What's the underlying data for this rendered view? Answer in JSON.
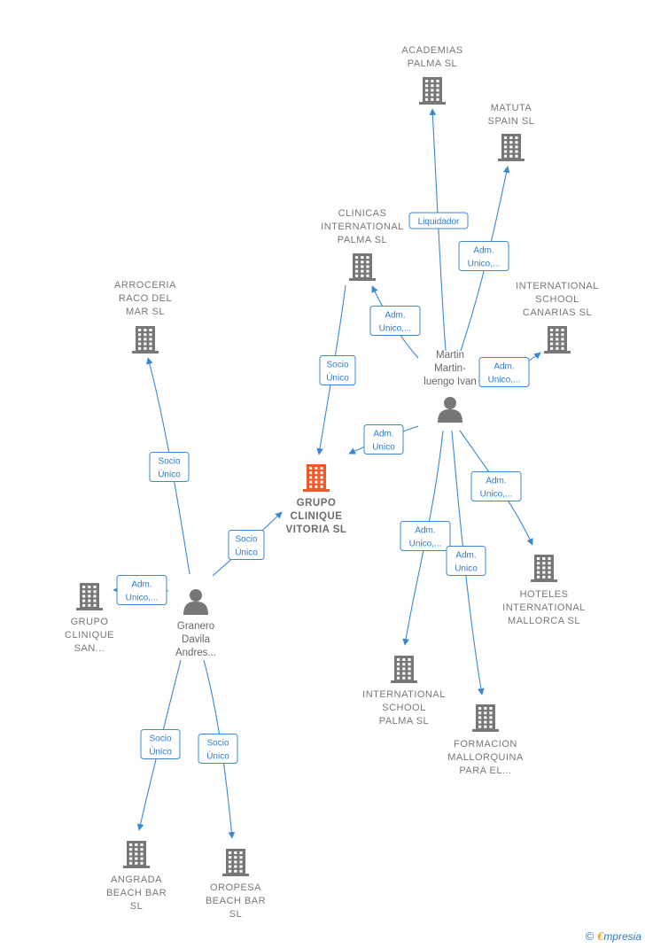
{
  "colors": {
    "edge": "#3a87d6",
    "building": "#777777",
    "building_center": "#f05a28",
    "person": "#777777"
  },
  "nodes": [
    {
      "id": "academias",
      "type": "company",
      "lines": [
        "ACADEMIAS",
        "PALMA SL"
      ]
    },
    {
      "id": "matuta",
      "type": "company",
      "lines": [
        "MATUTA",
        "SPAIN  SL"
      ]
    },
    {
      "id": "clinicas",
      "type": "company",
      "lines": [
        "CLINICAS",
        "INTERNATIONAL",
        "PALMA  SL"
      ]
    },
    {
      "id": "intl_canarias",
      "type": "company",
      "lines": [
        "INTERNATIONAL",
        "SCHOOL",
        "CANARIAS  SL"
      ]
    },
    {
      "id": "arroceria",
      "type": "company",
      "lines": [
        "ARROCERIA",
        "RACO DEL",
        "MAR  SL"
      ]
    },
    {
      "id": "grupo_vitoria",
      "type": "company",
      "center": true,
      "lines": [
        "GRUPO",
        "CLINIQUE",
        "VITORIA  SL"
      ]
    },
    {
      "id": "martin",
      "type": "person",
      "lines": [
        "Martin",
        "Martin-",
        "luengo Ivan"
      ]
    },
    {
      "id": "granero",
      "type": "person",
      "lines": [
        "Granero",
        "Davila",
        "Andres..."
      ]
    },
    {
      "id": "grupo_san",
      "type": "company",
      "lines": [
        "GRUPO",
        "CLINIQUE",
        "SAN..."
      ]
    },
    {
      "id": "hoteles",
      "type": "company",
      "lines": [
        "HOTELES",
        "INTERNATIONAL",
        "MALLORCA  SL"
      ]
    },
    {
      "id": "intl_palma",
      "type": "company",
      "lines": [
        "INTERNATIONAL",
        "SCHOOL",
        "PALMA  SL"
      ]
    },
    {
      "id": "formacion",
      "type": "company",
      "lines": [
        "FORMACION",
        "MALLORQUINA",
        "PARA EL..."
      ]
    },
    {
      "id": "angrada",
      "type": "company",
      "lines": [
        "ANGRADA",
        "BEACH BAR",
        "SL"
      ]
    },
    {
      "id": "oropesa",
      "type": "company",
      "lines": [
        "OROPESA",
        "BEACH BAR",
        "SL"
      ]
    }
  ],
  "edges": [
    {
      "from": "martin",
      "to": "academias",
      "label": [
        "Liquidador"
      ]
    },
    {
      "from": "martin",
      "to": "matuta",
      "label": [
        "Adm.",
        "Unico,..."
      ]
    },
    {
      "from": "martin",
      "to": "clinicas",
      "label": [
        "Adm.",
        "Unico,..."
      ]
    },
    {
      "from": "clinicas",
      "to": "grupo_vitoria",
      "label": [
        "Socio",
        "Único"
      ]
    },
    {
      "from": "martin",
      "to": "intl_canarias",
      "label": [
        "Adm.",
        "Unico,..."
      ]
    },
    {
      "from": "martin",
      "to": "grupo_vitoria",
      "label": [
        "Adm.",
        "Unico"
      ]
    },
    {
      "from": "martin",
      "to": "hoteles",
      "label": [
        "Adm.",
        "Unico,..."
      ]
    },
    {
      "from": "martin",
      "to": "intl_palma",
      "label": [
        "Adm.",
        "Unico,..."
      ]
    },
    {
      "from": "martin",
      "to": "formacion",
      "label": [
        "Adm.",
        "Unico"
      ]
    },
    {
      "from": "granero",
      "to": "arroceria",
      "label": [
        "Socio",
        "Único"
      ]
    },
    {
      "from": "granero",
      "to": "grupo_vitoria",
      "label": [
        "Socio",
        "Único"
      ]
    },
    {
      "from": "granero",
      "to": "grupo_san",
      "label": [
        "Adm.",
        "Unico,..."
      ]
    },
    {
      "from": "granero",
      "to": "angrada",
      "label": [
        "Socio",
        "Único"
      ]
    },
    {
      "from": "granero",
      "to": "oropesa",
      "label": [
        "Socio",
        "Único"
      ]
    }
  ],
  "footer": {
    "copyright": "©",
    "brand_initial": "€",
    "brand_rest": "mpresia"
  }
}
